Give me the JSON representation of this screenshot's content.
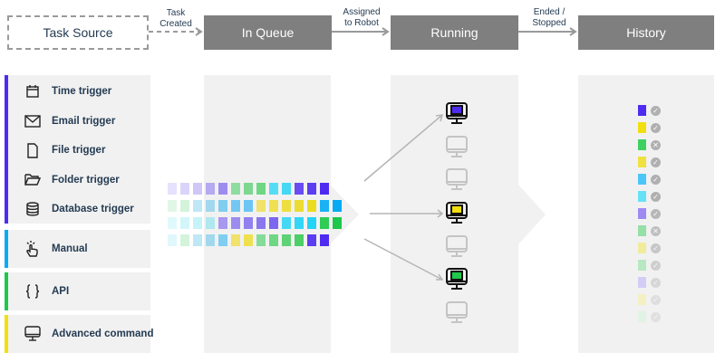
{
  "header": {
    "source_label": "Task Source",
    "stages": [
      {
        "id": "in-queue",
        "label": "In Queue"
      },
      {
        "id": "running",
        "label": "Running"
      },
      {
        "id": "history",
        "label": "History"
      }
    ],
    "transitions": [
      {
        "line1": "Task",
        "line2": "Created"
      },
      {
        "line1": "Assigned",
        "line2": "to Robot"
      },
      {
        "line1": "Ended /",
        "line2": "Stopped"
      }
    ]
  },
  "sources": {
    "groups": [
      {
        "color": "#4f2bf2",
        "items": [
          {
            "icon": "calendar-icon",
            "label": "Time trigger"
          },
          {
            "icon": "envelope-icon",
            "label": "Email trigger"
          },
          {
            "icon": "file-icon",
            "label": "File trigger"
          },
          {
            "icon": "folder-icon",
            "label": "Folder trigger"
          },
          {
            "icon": "database-icon",
            "label": "Database trigger"
          }
        ]
      },
      {
        "color": "#06aaf5",
        "items": [
          {
            "icon": "tap-hand-icon",
            "label": "Manual"
          }
        ]
      },
      {
        "color": "#1ec84a",
        "items": [
          {
            "icon": "braces-icon",
            "label": "API"
          }
        ]
      },
      {
        "color": "#f2df0f",
        "items": [
          {
            "icon": "monitor-icon",
            "label": "Advanced command"
          }
        ]
      }
    ]
  },
  "queue": {
    "rows": [
      [
        "#b7a9f5",
        "#b7a9f5",
        "#b7a9f5",
        "#a898f0",
        "#9d8cf0",
        "#8fdca0",
        "#7dd790",
        "#6fd684",
        "#55dcf5",
        "#44d8f5",
        "#6a4cf3",
        "#5d3df2",
        "#4f2bf2"
      ],
      [
        "#a9e8b8",
        "#a9e8b8",
        "#99dcf0",
        "#8fd2ec",
        "#7fcdef",
        "#72c8f2",
        "#6cc5f4",
        "#f0e26a",
        "#efe050",
        "#eede40",
        "#ecdc30",
        "#ecdc20",
        "#19b2f5",
        "#06aaf5"
      ],
      [
        "#a5eef5",
        "#a5eef5",
        "#a5eef5",
        "#9fe6ee",
        "#a898f0",
        "#9d8cf0",
        "#9280ef",
        "#8a76ef",
        "#7c66ef",
        "#44d8f5",
        "#33d6f7",
        "#22d4f8",
        "#2fcc56",
        "#1ec84a"
      ],
      [
        "#a5e8f5",
        "#a9e8b8",
        "#99dcf0",
        "#8fd2ec",
        "#7fcdef",
        "#f0e26a",
        "#efe050",
        "#85dc98",
        "#6fd684",
        "#5fd276",
        "#4dce66",
        "#5d3df2",
        "#4f2bf2"
      ]
    ]
  },
  "running": {
    "robots": [
      {
        "active": true,
        "color": "#4f2bf2"
      },
      {
        "active": false
      },
      {
        "active": false
      },
      {
        "active": true,
        "color": "#f2df0f"
      },
      {
        "active": false
      },
      {
        "active": true,
        "color": "#1ec84a"
      },
      {
        "active": false
      }
    ]
  },
  "history": {
    "entries": [
      {
        "color": "#4f2bf2",
        "status": "success"
      },
      {
        "color": "#f2df0f",
        "status": "success"
      },
      {
        "color": "#3fd062",
        "status": "failed"
      },
      {
        "color": "#f0e040",
        "status": "success"
      },
      {
        "color": "#4cc6f8",
        "status": "success"
      },
      {
        "color": "#66e2f6",
        "status": "success"
      },
      {
        "color": "#9f8af2",
        "status": "success"
      },
      {
        "color": "#95e0a6",
        "status": "failed"
      },
      {
        "color": "#f1eb9c",
        "status": "success"
      },
      {
        "color": "#b8e8c2",
        "status": "success"
      },
      {
        "color": "#d3cdf6",
        "status": "success"
      },
      {
        "color": "#f3f0c4",
        "status": "success"
      },
      {
        "color": "#e0f3e4",
        "status": "success"
      }
    ]
  }
}
